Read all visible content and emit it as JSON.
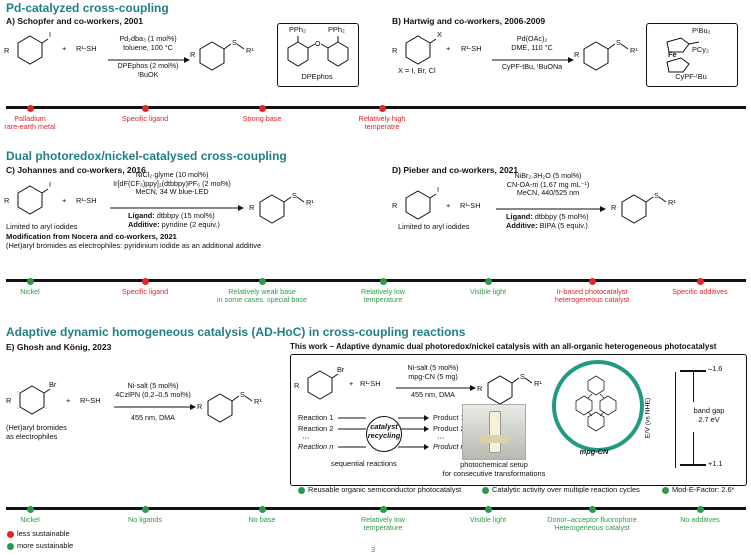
{
  "s1": {
    "title": "Pd-catalyzed cross-coupling",
    "A": {
      "heading": "A) Schopfer and co-workers, 2001",
      "cond1": "Pd₂dba₃ (1 mol%)",
      "cond2": "toluene, 100 °C",
      "cond3": "DPEphos (2 mol%)",
      "cond4": "ᵗBuOK",
      "ligand_label": "DPEphos",
      "ph1": "PPh₂",
      "ph2": "PPh₂"
    },
    "B": {
      "heading": "B) Hartwig and co-workers, 2006-2009",
      "cond1": "Pd(OAc)₂",
      "cond2": "DME, 110 °C",
      "cond3": "CyPF-tBu, ᵗBuONa",
      "xnote": "X = I, Br, Cl",
      "ligand_label": "CyPF-ᵗBu",
      "ptbu": "PᵗBu₂",
      "pcy": "PCy₂",
      "fe": "Fe"
    },
    "bullets": [
      {
        "label": "Palladium\nrare-earth metal",
        "color": "red"
      },
      {
        "label": "Specific ligand",
        "color": "red"
      },
      {
        "label": "Strong base",
        "color": "red"
      },
      {
        "label": "Relatively high\ntemperatre",
        "color": "red"
      }
    ]
  },
  "s2": {
    "title": "Dual photoredox/nickel-catalysed cross-coupling",
    "C": {
      "heading": "C) Johannes and co-workers, 2016",
      "cond1": "NiCl₂·glyme (10 mol%)",
      "cond2": "Ir[dF(CF₃)ppy]₂(dtbbpy)PF₆ (2 mol%)",
      "cond3": "MeCN, 34 W blue-LED",
      "cond4_b": "Ligand:",
      "cond4": " dtbbpy (15 mol%)",
      "cond5_b": "Additive:",
      "cond5": " pyridine (2 equiv.)",
      "limit": "Limited to aryl iodides",
      "mod_title": "Modification from Nocera and co-workers, 2021",
      "mod_text": "(Het)aryl bromides as electrophiles: pyridinium iodide as an additional additive"
    },
    "D": {
      "heading": "D) Pieber and co-workers, 2021",
      "cond1": "NiBr₂.3H₂O (5 mol%)",
      "cond2": "CN-OA-m (1.67 mg mL⁻¹)",
      "cond3": "MeCN, 440/525 nm",
      "cond4_b": "Ligand:",
      "cond4": " dtbbpy (5 mol%)",
      "cond5_b": "Additive:",
      "cond5": " BIPA (5 equiv.)",
      "limit": "Limited to aryl iodides"
    },
    "bullets": [
      {
        "label": "Nickel",
        "color": "green"
      },
      {
        "label": "Specific ligand",
        "color": "red"
      },
      {
        "label": "Relatively weak base\nin some cases: special base",
        "color": "green"
      },
      {
        "label": "Relatively low\ntemperature",
        "color": "green"
      },
      {
        "label": "Visible light",
        "color": "green"
      },
      {
        "label": "Ir-based photocatalyst\nheterogeneous catalyst",
        "color": "red"
      },
      {
        "label": "Specific additives",
        "color": "red"
      }
    ]
  },
  "s3": {
    "title": "Adaptive dynamic homogeneous catalysis (AD-HoC) in cross-coupling reactions",
    "E": {
      "heading": "E) Ghosh and König, 2023",
      "cond1": "Ni-salt (5 mol%)",
      "cond2": "4CzIPN (0.2–0.5 mol%)",
      "cond3": "455 nm, DMA",
      "note1": "(Het)aryl bromides",
      "note2": "as electrophiles"
    },
    "work": {
      "heading": "This work – Adaptive dynamic dual photoredox/nickel catalysis with an all-organic heterogeneous photocatalyst",
      "cond1": "Ni-salt (5 mol%)",
      "cond2": "mpg-CN (5 mg)",
      "cond3": "455 nm, DMA",
      "recycle1": "catalyst",
      "recycle2": "recycling",
      "reactions": [
        "Reaction 1",
        "Reaction 2",
        "⋯",
        "Reaction n"
      ],
      "products": [
        "Product 1",
        "Product 2",
        "⋯",
        "Product n"
      ],
      "seq": "sequential reactions",
      "setup1": "photochemical setup",
      "setup2": "for consecutive transformations",
      "catalyst_name": "mpg-CN",
      "ev_axis": "E/V (vs NHE)",
      "ev_top": "–1.6",
      "ev_bottom": "+1.1",
      "gap1": "band gap",
      "gap2": "2.7 eV",
      "feat1": "Reusable organic semiconductor photocatalyst",
      "feat2": "Catalytic activity over multiple reaction cycles",
      "feat3": "Mod-E-Factor: 2.6*"
    },
    "bullets": [
      {
        "label": "Nickel",
        "color": "green"
      },
      {
        "label": "No ligands",
        "color": "green"
      },
      {
        "label": "No base",
        "color": "green"
      },
      {
        "label": "Relatively low\ntemperature",
        "color": "green"
      },
      {
        "label": "Visible light",
        "color": "green"
      },
      {
        "label": "Donor–acceptor fluorophore\nHeterogeneous catalyst",
        "color": "green"
      },
      {
        "label": "No additives",
        "color": "green"
      }
    ]
  },
  "legend": {
    "less": "less sustainable",
    "more": "more sustainable",
    "red": "#e0262a",
    "green": "#2e9a47"
  },
  "common": {
    "plus": "+",
    "rsh": "R¹-SH",
    "r": "R",
    "i": "I",
    "br": "Br",
    "x": "X",
    "s": "S",
    "r1": "R¹",
    "page": "3"
  }
}
